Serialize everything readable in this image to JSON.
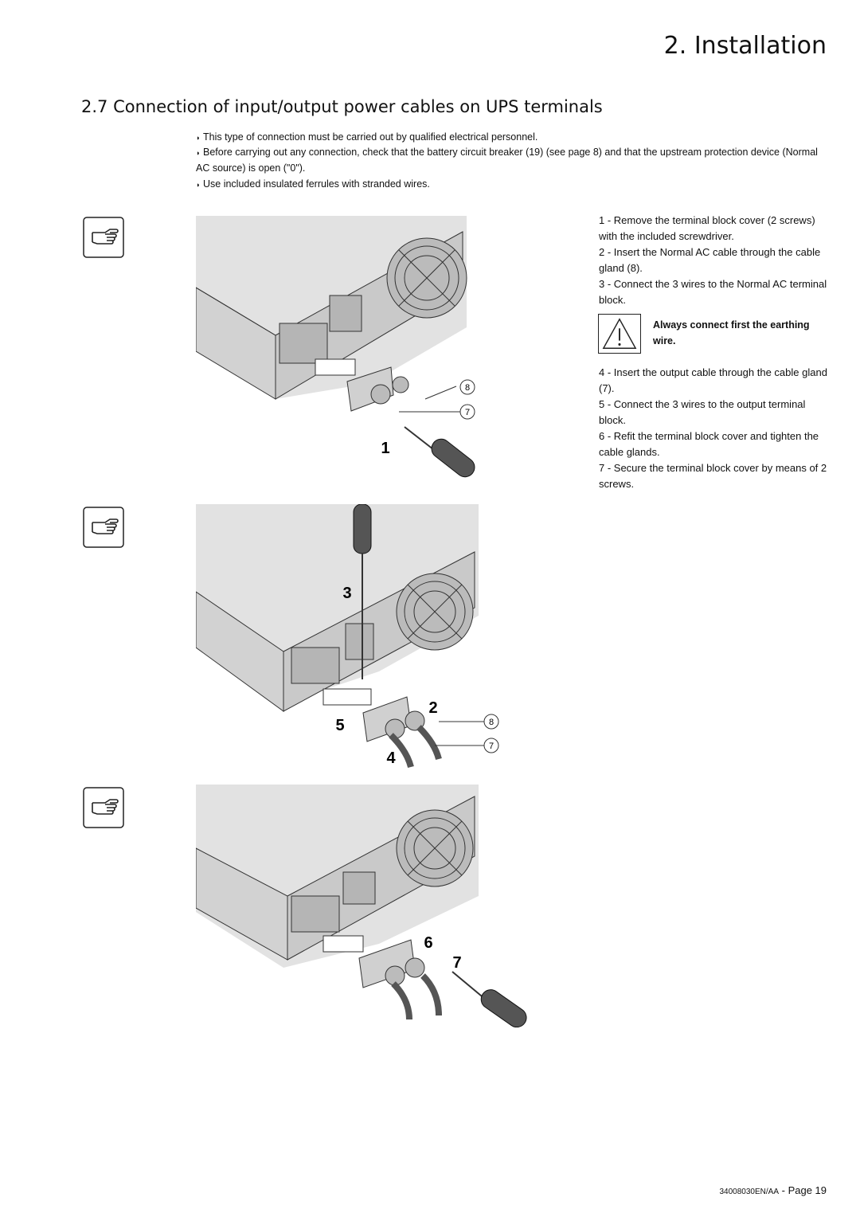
{
  "header": {
    "chapter": "2. Installation"
  },
  "section": {
    "title": "2.7 Connection of input/output power cables on UPS terminals"
  },
  "bullets": [
    "This type of connection must be carried out by qualified electrical personnel.",
    "Before carrying out any connection, check that the battery circuit breaker (19) (see page 8) and that the upstream protection device (Normal AC source) is open (\"0\").",
    "Use included insulated ferrules with stranded wires."
  ],
  "steps": [
    "1 - Remove the terminal block cover (2 screws) with the included screwdriver.",
    "2 - Insert the Normal AC cable through the cable gland (8).",
    "3 - Connect the 3 wires to the Normal AC terminal block.",
    "4 - Insert the output cable through the cable gland (7).",
    "5 - Connect the 3 wires to the output terminal block.",
    "6 - Refit the terminal block cover and tighten the cable glands.",
    "7 - Secure the terminal block cover by means of 2 screws."
  ],
  "warning": {
    "text": "Always connect first the earthing wire.",
    "icon": "warning-triangle-icon"
  },
  "figures": {
    "fig1": {
      "step": "1",
      "callouts": [
        "8",
        "7"
      ]
    },
    "fig2": {
      "steps": [
        "3",
        "2",
        "5",
        "4"
      ],
      "callouts": [
        "8",
        "7"
      ]
    },
    "fig3": {
      "steps": [
        "6",
        "7"
      ]
    }
  },
  "footer": {
    "doc_code": "34008030EN/AA",
    "page": "- Page 19"
  }
}
